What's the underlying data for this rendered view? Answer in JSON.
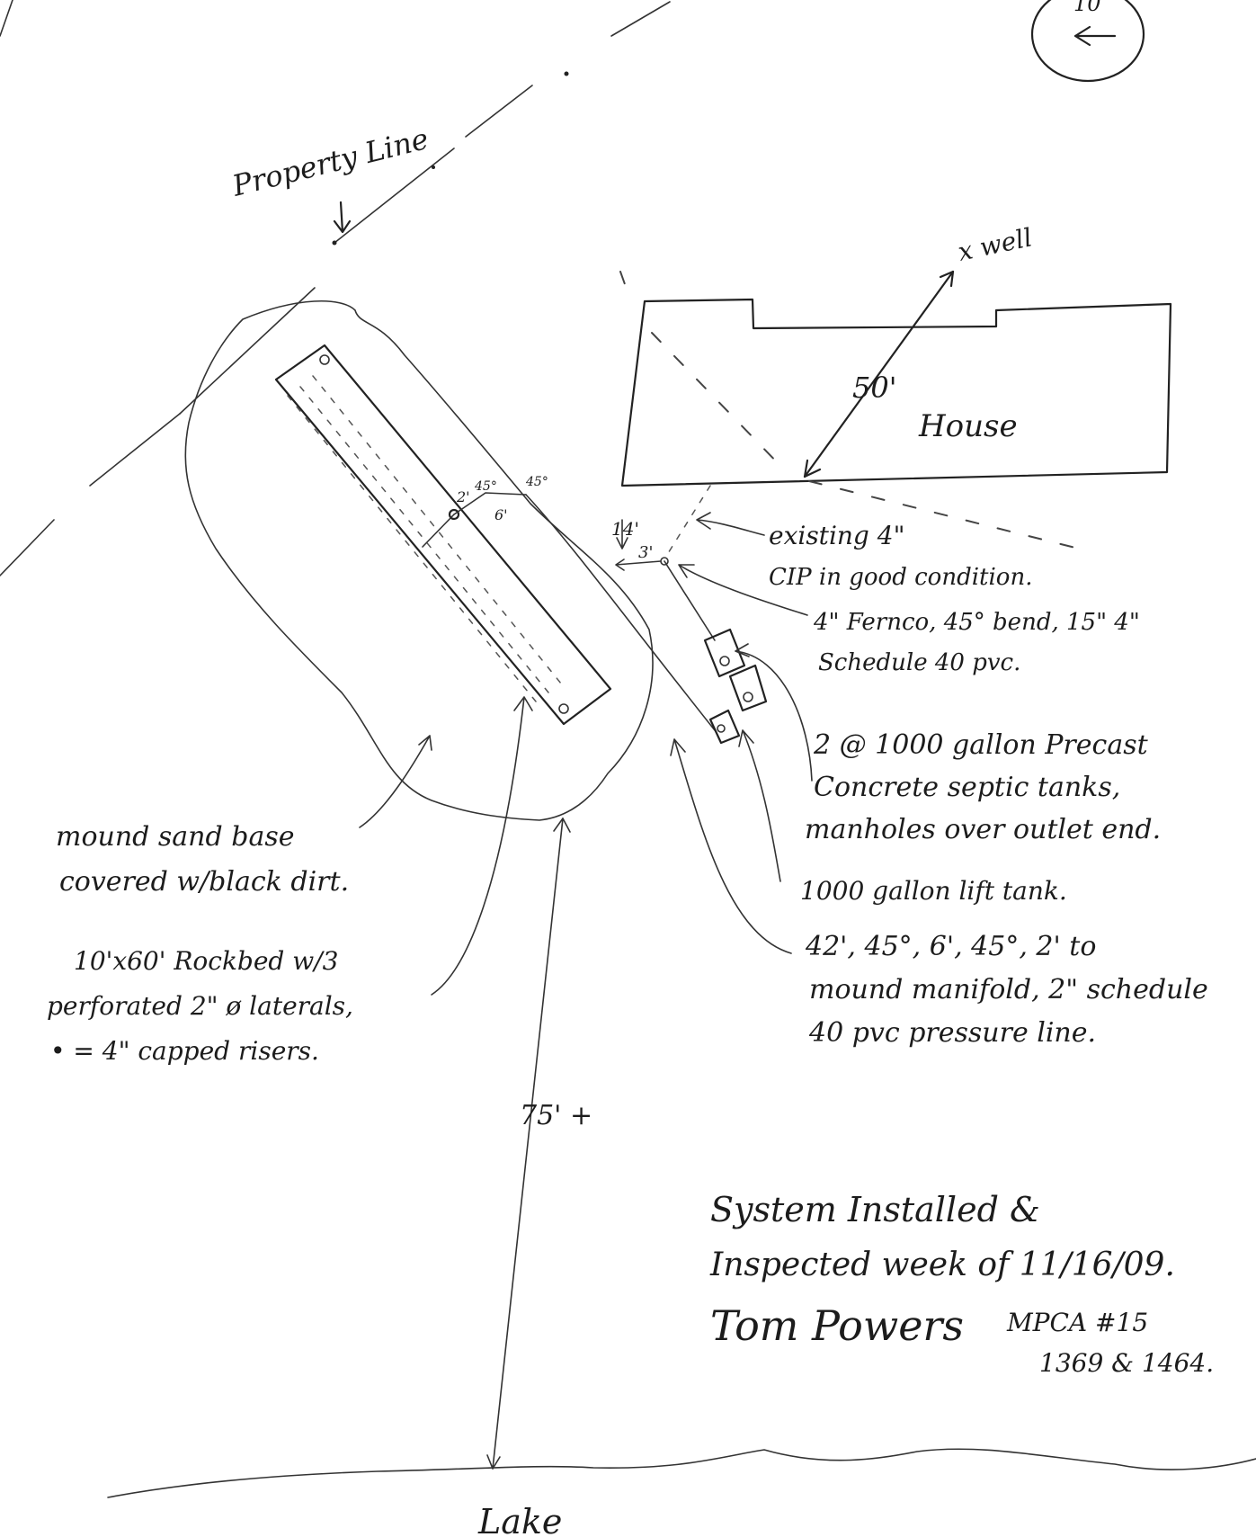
{
  "labels": {
    "compass": "10",
    "property_line": "Property Line",
    "well": "x well",
    "house": "House",
    "house_to_well": "50'",
    "dim_14": "14'",
    "dim_3": "3'",
    "dim_2": "2'",
    "dim_45a": "45°",
    "dim_6": "6'",
    "dim_45b": "45°",
    "existing_line": [
      "existing 4\"",
      "CIP in good condition."
    ],
    "fernco": [
      "4\" Fernco, 45° bend, 15\" 4\"",
      "Schedule 40 pvc."
    ],
    "septic_tanks": [
      "2 @ 1000 gallon Precast",
      "Concrete septic tanks,",
      "manholes over outlet end."
    ],
    "lift_tank": "1000 gallon lift tank.",
    "pressure_line": [
      "42', 45°, 6', 45°, 2' to",
      "mound manifold, 2\" schedule",
      "40 pvc pressure line."
    ],
    "mound": [
      "mound sand base",
      "covered w/black dirt."
    ],
    "rockbed": [
      "10'x60' Rockbed w/3",
      "perforated 2\" ø laterals,",
      "• = 4\" capped risers."
    ],
    "lake_distance": "75' +",
    "lake": "Lake",
    "install_note": [
      "System Installed &",
      "Inspected week of 11/16/09."
    ]
  },
  "signature": {
    "name": "Tom Powers",
    "license": [
      "MPCA #15",
      "1369 & 1464."
    ]
  },
  "colors": {
    "ink": "#222222",
    "paper": "#ffffff"
  }
}
